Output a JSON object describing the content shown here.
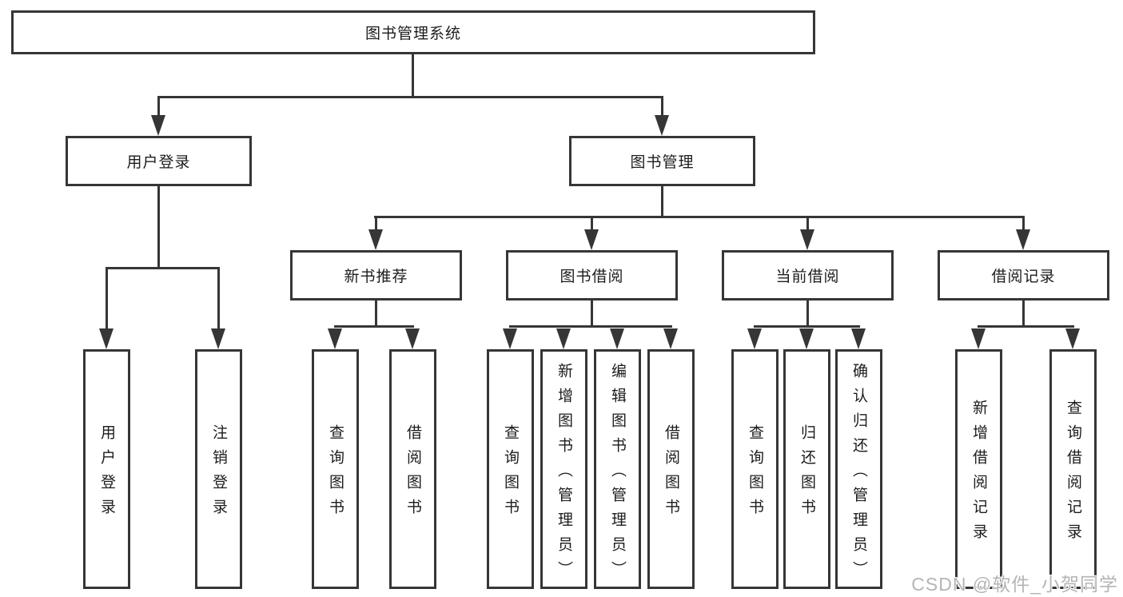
{
  "nodes": {
    "root": "图书管理系统",
    "login": {
      "label": "用户登录",
      "leaves": [
        "用户登录",
        "注销登录"
      ]
    },
    "management": {
      "label": "图书管理",
      "groups": [
        {
          "label": "新书推荐",
          "leaves": [
            "查询图书",
            "借阅图书"
          ]
        },
        {
          "label": "图书借阅",
          "leaves": [
            "查询图书",
            "新增图书（管理员）",
            "编辑图书（管理员）",
            "借阅图书"
          ]
        },
        {
          "label": "当前借阅",
          "leaves": [
            "查询图书",
            "归还图书",
            "确认归还（管理员）"
          ]
        },
        {
          "label": "借阅记录",
          "leaves": [
            "新增借阅记录",
            "查询借阅记录"
          ]
        }
      ]
    }
  },
  "watermark": "CSDN @软件_小贺同学",
  "colors": {
    "line": "#363636",
    "text": "#1c1c1c",
    "background": "#ffffff",
    "watermark": "#b5b5b5"
  }
}
